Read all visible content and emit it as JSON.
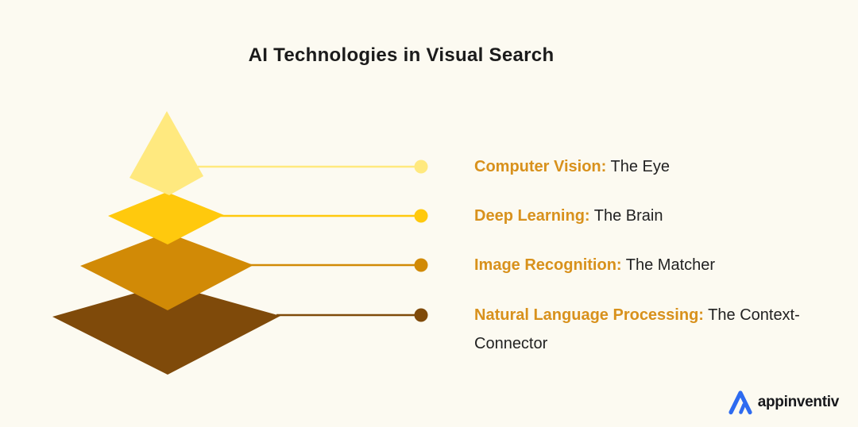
{
  "title": "AI Technologies in Visual Search",
  "colors": {
    "bg": "#FCFAF1",
    "title-ink": "#1B1B1B",
    "accent": "#D8911C",
    "ink": "#222222",
    "logo-blue": "#2E6BF0",
    "logo-ink": "#17181C"
  },
  "layers": [
    {
      "term": "Computer Vision:",
      "description": "The Eye",
      "color": "#FFE97F"
    },
    {
      "term": "Deep Learning:",
      "description": "The Brain",
      "color": "#FFC90D"
    },
    {
      "term": "Image Recognition:",
      "description": "The Matcher",
      "color": "#D18A06"
    },
    {
      "term": "Natural Language Processing:",
      "description": "The Context-Connector",
      "color": "#7F4A0A"
    }
  ],
  "logo": {
    "text": "appinventiv"
  },
  "chart_data": {
    "type": "pyramid-diagram",
    "title": "AI Technologies in Visual Search",
    "levels_top_to_bottom": [
      {
        "label": "Computer Vision",
        "value": "The Eye",
        "color": "#FFE97F"
      },
      {
        "label": "Deep Learning",
        "value": "The Brain",
        "color": "#FFC90D"
      },
      {
        "label": "Image Recognition",
        "value": "The Matcher",
        "color": "#D18A06"
      },
      {
        "label": "Natural Language Processing",
        "value": "The Context-Connector",
        "color": "#7F4A0A"
      }
    ],
    "legend": "none",
    "orientation": "layers stacked vertically, callout lines to right-side labels"
  }
}
